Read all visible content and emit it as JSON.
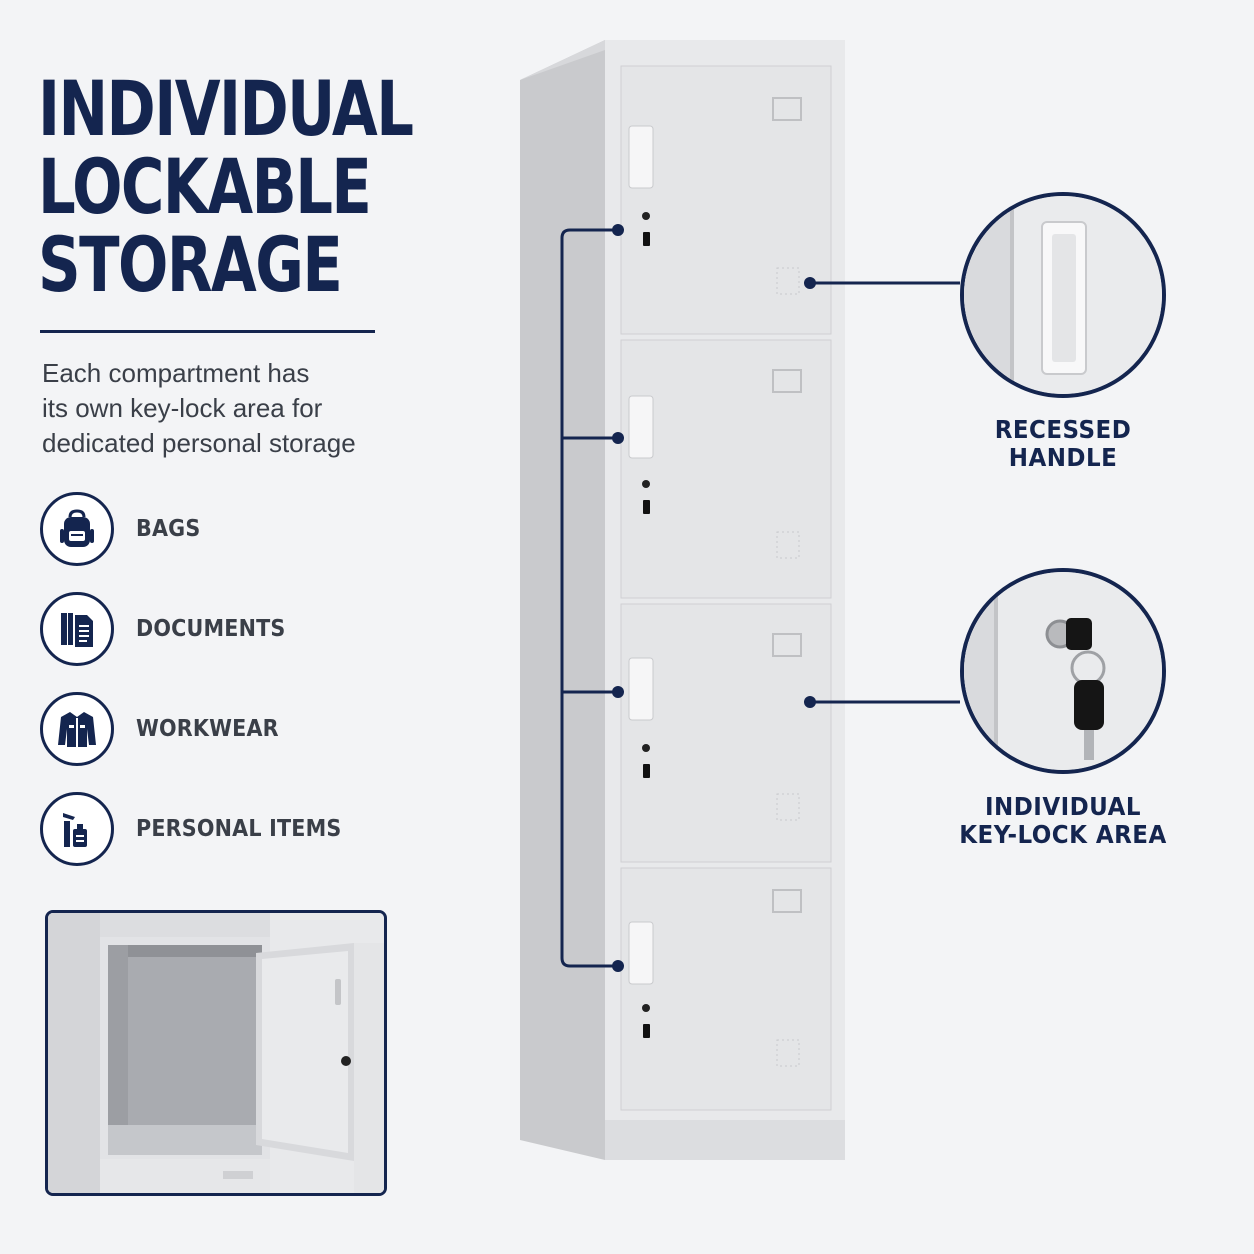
{
  "headline": [
    "INDIVIDUAL",
    "LOCKABLE",
    "STORAGE"
  ],
  "description": [
    "Each compartment has",
    "its own key-lock area for",
    "dedicated personal storage"
  ],
  "features": [
    {
      "label": "BAGS",
      "icon": "backpack-icon"
    },
    {
      "label": "DOCUMENTS",
      "icon": "documents-icon"
    },
    {
      "label": "WORKWEAR",
      "icon": "jacket-icon"
    },
    {
      "label": "PERSONAL ITEMS",
      "icon": "personal-items-icon"
    }
  ],
  "callouts": {
    "handle": [
      "RECESSED",
      "HANDLE"
    ],
    "lock": [
      "INDIVIDUAL",
      "KEY-LOCK AREA"
    ]
  },
  "colors": {
    "navy": "#14254f",
    "background": "#f3f4f6",
    "cabinet": "#e4e5e7",
    "text": "#3a3f48"
  }
}
